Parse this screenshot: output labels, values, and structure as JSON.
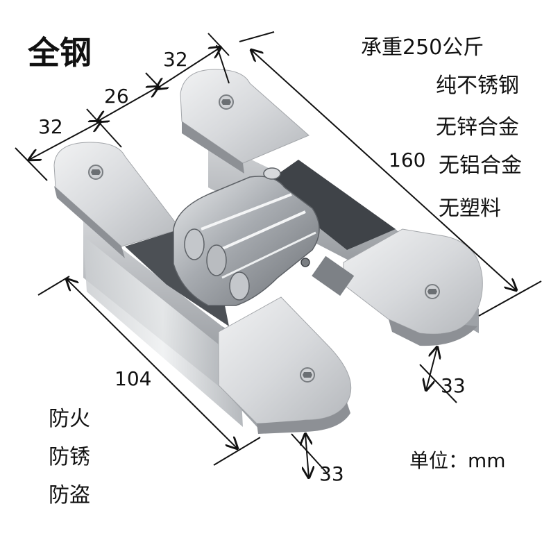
{
  "title": "全钢",
  "load_capacity": "承重250公斤",
  "material_features": [
    "纯不锈钢",
    "无锌合金",
    "无铝合金",
    "无塑料"
  ],
  "protection_features": [
    "防火",
    "防锈",
    "防盗"
  ],
  "unit_label": "单位：mm",
  "dimensions": {
    "plate_width_left": "32",
    "gap_width": "26",
    "plate_width_right": "32",
    "total_length": "160",
    "body_length": "104",
    "depth_right": "33",
    "depth_front": "33"
  },
  "colors": {
    "steel_light": "#e6e7e9",
    "steel_mid": "#b9bcc0",
    "steel_dark": "#6f7378",
    "line": "#111111"
  }
}
